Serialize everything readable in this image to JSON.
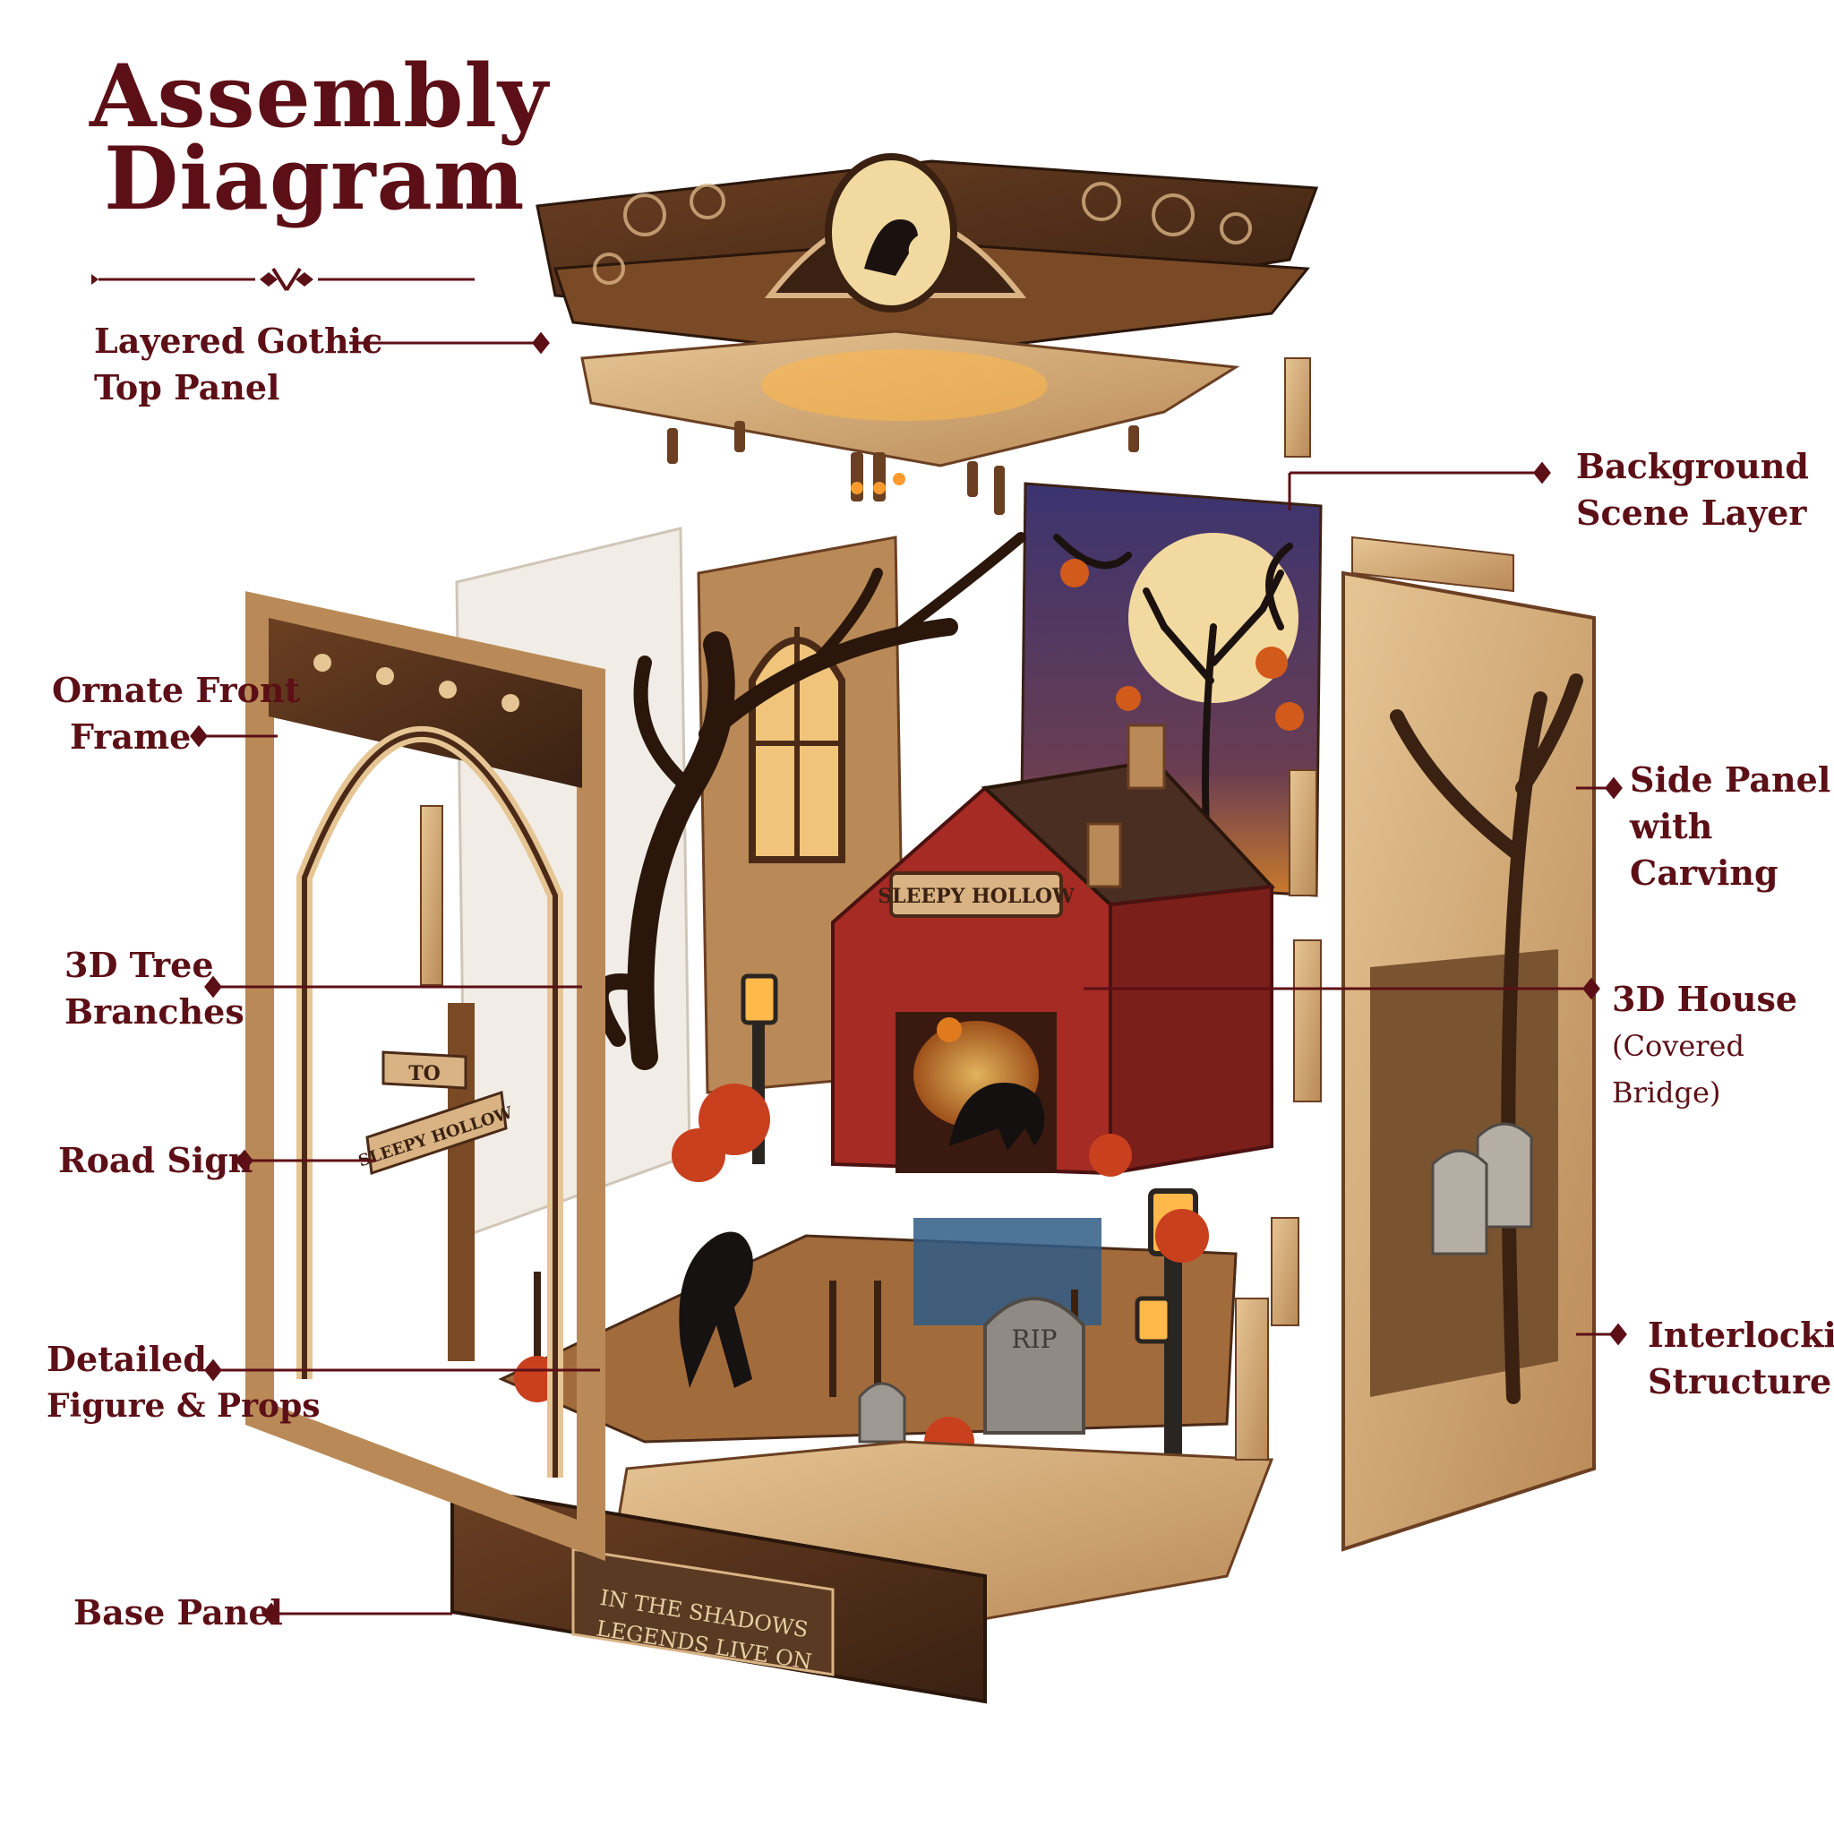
{
  "title": {
    "line1": "Assembly",
    "line2": "Diagram"
  },
  "colors": {
    "accent": "#5c0f16",
    "wood_light": "#d9b384",
    "wood_mid": "#b07a45",
    "wood_dark": "#4a2a17",
    "bridge_red": "#a62b24",
    "sky_purple": "#3b3470",
    "moon": "#f2d9a0",
    "foliage": "#c9401f"
  },
  "callouts": {
    "top_panel": {
      "line1": "Layered Gothic",
      "line2": "Top Panel"
    },
    "background_scene": {
      "line1": "Background",
      "line2": "Scene Layer"
    },
    "front_frame": {
      "line1": "Ornate Front",
      "line2": "Frame"
    },
    "side_panel": {
      "line1": "Side Panel",
      "line2": "with Carving"
    },
    "tree_branches": {
      "line1": "3D Tree",
      "line2": "Branches"
    },
    "house": {
      "line1": "3D House",
      "line2": "(Covered Bridge)"
    },
    "road_sign": {
      "line1": "Road Sign"
    },
    "figure_props": {
      "line1": "Detailed",
      "line2": "Figure & Props"
    },
    "interlocking": {
      "line1": "Interlocking",
      "line2": "Structure"
    },
    "base_panel": {
      "line1": "Base Panel"
    }
  },
  "scene_text": {
    "bridge_sign": "SLEEPY HOLLOW",
    "road_sign_top": "TO",
    "road_sign_bottom": "SLEEPY HOLLOW",
    "tombstone": "RIP",
    "base_plaque_line1": "IN THE SHADOWS",
    "base_plaque_line2": "LEGENDS LIVE ON"
  }
}
